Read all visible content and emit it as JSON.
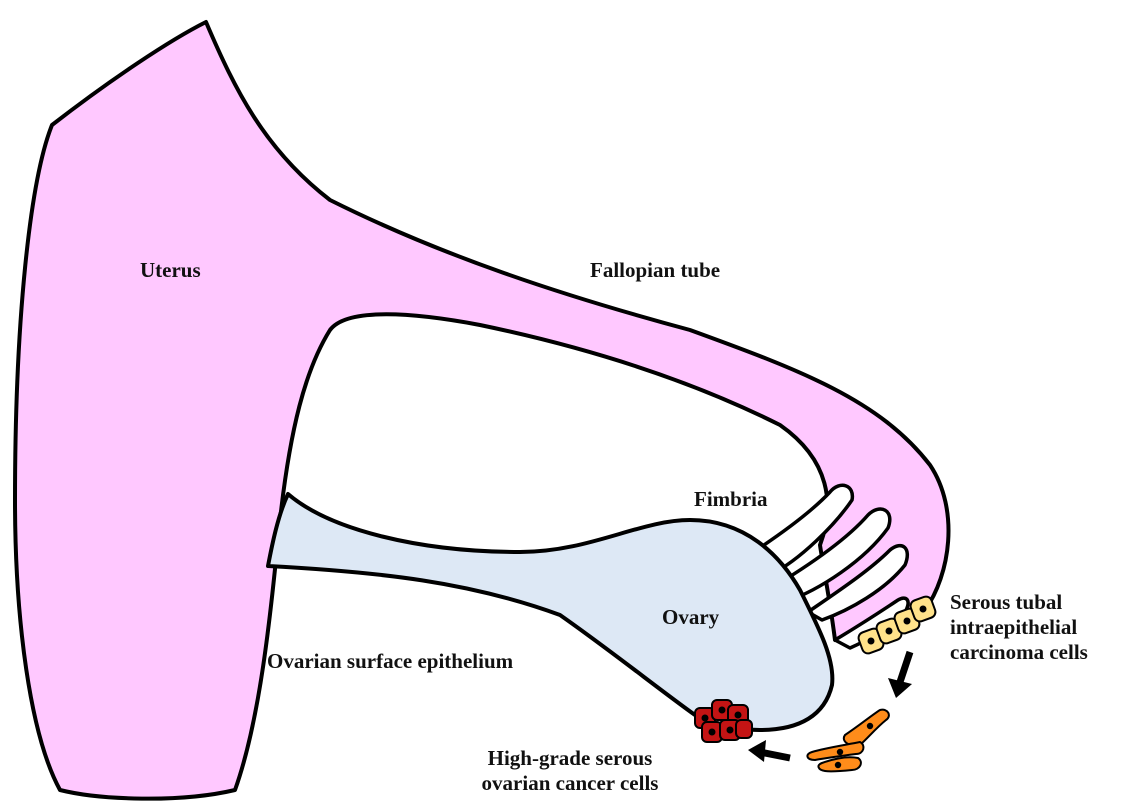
{
  "labels": {
    "uterus": "Uterus",
    "fallopian_tube": "Fallopian tube",
    "fimbria": "Fimbria",
    "ovary": "Ovary",
    "ovarian_surface_epithelium": "Ovarian surface epithelium",
    "stic_line1": "Serous tubal",
    "stic_line2": "intraepithelial",
    "stic_line3": "carcinoma cells",
    "hgsoc_line1": "High-grade serous",
    "hgsoc_line2": "ovarian cancer cells"
  },
  "colors": {
    "uterus_tube_fill": "#ffc8ff",
    "ovary_fill": "#dde8f5",
    "stic_cell_fill": "#ffe28a",
    "migrating_cell_fill": "#ff8c1a",
    "cancer_cell_fill": "#c41414",
    "outline": "#000000"
  }
}
